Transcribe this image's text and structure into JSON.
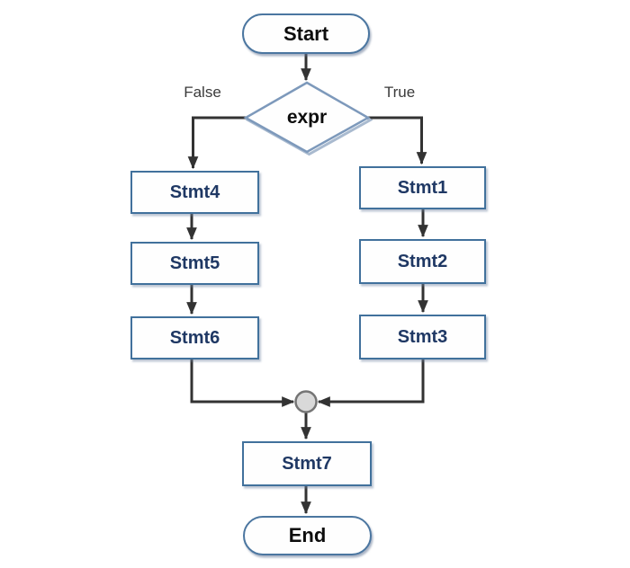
{
  "diagram": {
    "type": "flowchart",
    "nodes": {
      "start": {
        "label": "Start",
        "shape": "terminator"
      },
      "decision": {
        "label": "expr",
        "shape": "diamond"
      },
      "stmt1": {
        "label": "Stmt1",
        "shape": "process"
      },
      "stmt2": {
        "label": "Stmt2",
        "shape": "process"
      },
      "stmt3": {
        "label": "Stmt3",
        "shape": "process"
      },
      "stmt4": {
        "label": "Stmt4",
        "shape": "process"
      },
      "stmt5": {
        "label": "Stmt5",
        "shape": "process"
      },
      "stmt6": {
        "label": "Stmt6",
        "shape": "process"
      },
      "stmt7": {
        "label": "Stmt7",
        "shape": "process"
      },
      "merge": {
        "label": "",
        "shape": "junction-circle"
      },
      "end": {
        "label": "End",
        "shape": "terminator"
      }
    },
    "branch_labels": {
      "false_branch": "False",
      "true_branch": "True"
    },
    "edges": [
      {
        "from": "start",
        "to": "decision",
        "label": ""
      },
      {
        "from": "decision",
        "to": "stmt4",
        "label": "False"
      },
      {
        "from": "decision",
        "to": "stmt1",
        "label": "True"
      },
      {
        "from": "stmt4",
        "to": "stmt5",
        "label": ""
      },
      {
        "from": "stmt5",
        "to": "stmt6",
        "label": ""
      },
      {
        "from": "stmt6",
        "to": "merge",
        "label": ""
      },
      {
        "from": "stmt1",
        "to": "stmt2",
        "label": ""
      },
      {
        "from": "stmt2",
        "to": "stmt3",
        "label": ""
      },
      {
        "from": "stmt3",
        "to": "merge",
        "label": ""
      },
      {
        "from": "merge",
        "to": "stmt7",
        "label": ""
      },
      {
        "from": "stmt7",
        "to": "end",
        "label": ""
      }
    ],
    "colors": {
      "process_border": "#41719C",
      "process_text": "#1F3864",
      "terminator_border": "#4B76A0",
      "terminator_text": "#0D0D0D",
      "decision_border": "#7D99BB",
      "decision_shadow": "#A9BACF",
      "connector_line": "#333333",
      "junction_fill": "#D9D9D9",
      "junction_border": "#757575",
      "branch_label_text": "#3A3A3A",
      "background": "#FFFFFF"
    }
  }
}
